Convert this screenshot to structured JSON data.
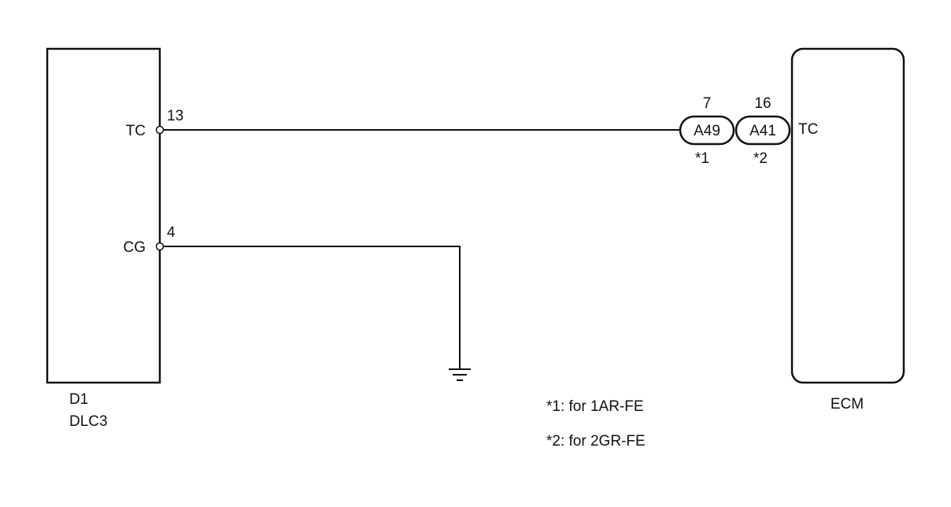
{
  "dlc3": {
    "id": "D1",
    "name": "DLC3",
    "pins": [
      {
        "label": "TC",
        "number": "13"
      },
      {
        "label": "CG",
        "number": "4"
      }
    ]
  },
  "ecm": {
    "name": "ECM",
    "pin_label": "TC"
  },
  "connectors": [
    {
      "id": "A49",
      "pin": "7",
      "note": "*1"
    },
    {
      "id": "A41",
      "pin": "16",
      "note": "*2"
    }
  ],
  "notes": [
    "*1: for 1AR-FE",
    "*2: for 2GR-FE"
  ]
}
